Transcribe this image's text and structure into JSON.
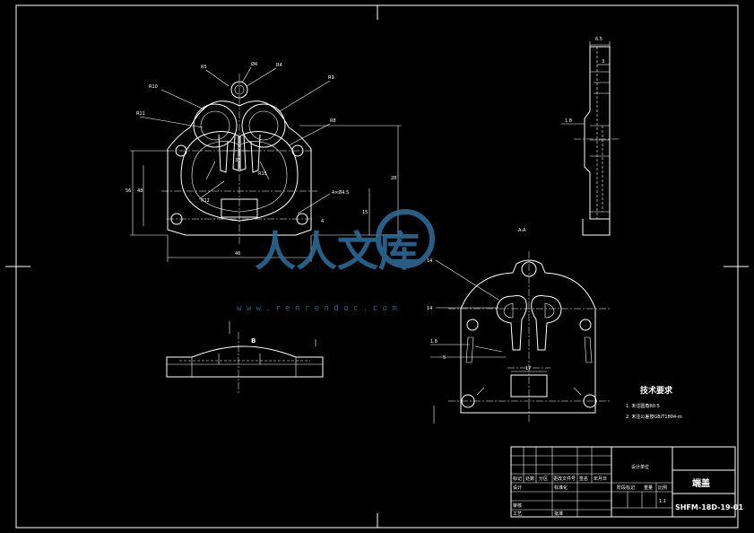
{
  "dimensions": {
    "d_r5": "R5",
    "d_phi4": "Ø4",
    "d_r4": "R4",
    "d_r10": "R10",
    "d_r11": "R11",
    "d_r9": "R9",
    "d_r8": "R8",
    "d_r15": "R15",
    "d_r12": "R12",
    "d_h56": "56",
    "d_h48": "48",
    "d_h28": "28",
    "d_h30": "30",
    "d_h15": "15",
    "d_w46": "46",
    "d_w4": "4",
    "d_hole": "4×Ø4.5",
    "d_s65": "6.5",
    "d_s3": "3",
    "d_s18": "1.8",
    "d_b14a": "14",
    "d_b14b": "14",
    "d_b18": "1.8",
    "d_b5": "5",
    "d_b17": "17"
  },
  "section_label": "A-A",
  "tech_req": {
    "title": "技术要求",
    "line1": "1. 未注圆角R0.5",
    "line2": "2. 未注公差按GB/T1804-m"
  },
  "title_block": {
    "part_name": "端盖",
    "drawing_no": "SHFM-18D-19-01",
    "company": "设计单位",
    "scale": "1:1",
    "col1": "标记",
    "col2": "处数",
    "col3": "分区",
    "col4": "更改文件号",
    "col5": "签名",
    "col6": "年月日",
    "r_design": "设计",
    "r_std": "标准化",
    "r_check": "审核",
    "r_process": "工艺",
    "r_approve": "批准",
    "stage": "阶段标记",
    "weight": "重量",
    "ratio": "比例"
  },
  "watermark": {
    "brand": "人人文库",
    "url": "w w w . r e n r e n d o c . c o m"
  }
}
